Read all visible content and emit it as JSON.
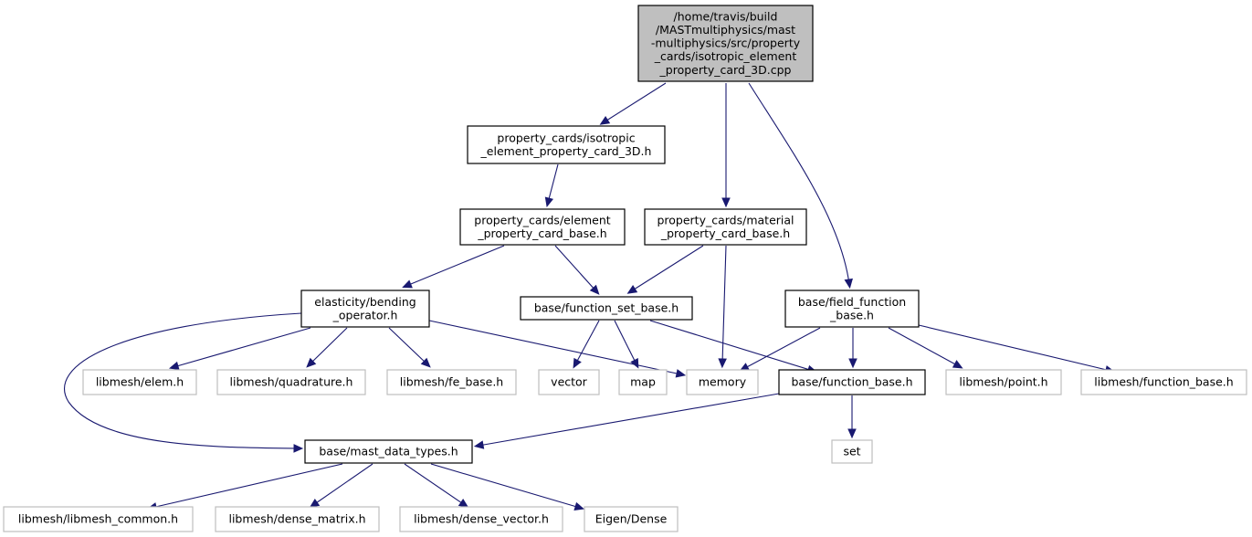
{
  "graph": {
    "nodes": [
      {
        "id": "root",
        "kind": "root",
        "label": [
          "/home/travis/build",
          "/MASTmultiphysics/mast",
          "-multiphysics/src/property",
          "_cards/isotropic_element",
          "_property_card_3D.cpp"
        ]
      },
      {
        "id": "iso3d_h",
        "kind": "file",
        "label": [
          "property_cards/isotropic",
          "_element_property_card_3D.h"
        ]
      },
      {
        "id": "elem_prop_base",
        "kind": "file",
        "label": [
          "property_cards/element",
          "_property_card_base.h"
        ]
      },
      {
        "id": "mat_prop_base",
        "kind": "file",
        "label": [
          "property_cards/material",
          "_property_card_base.h"
        ]
      },
      {
        "id": "field_func_base",
        "kind": "file",
        "label": [
          "base/field_function",
          "_base.h"
        ]
      },
      {
        "id": "bending_op",
        "kind": "file",
        "label": [
          "elasticity/bending",
          "_operator.h"
        ]
      },
      {
        "id": "func_set_base",
        "kind": "file",
        "label": [
          "base/function_set_base.h"
        ]
      },
      {
        "id": "lm_elem",
        "kind": "external",
        "label": [
          "libmesh/elem.h"
        ]
      },
      {
        "id": "lm_quad",
        "kind": "external",
        "label": [
          "libmesh/quadrature.h"
        ]
      },
      {
        "id": "lm_fe_base",
        "kind": "external",
        "label": [
          "libmesh/fe_base.h"
        ]
      },
      {
        "id": "vector",
        "kind": "external",
        "label": [
          "vector"
        ]
      },
      {
        "id": "map",
        "kind": "external",
        "label": [
          "map"
        ]
      },
      {
        "id": "memory",
        "kind": "external",
        "label": [
          "memory"
        ]
      },
      {
        "id": "func_base",
        "kind": "file",
        "label": [
          "base/function_base.h"
        ]
      },
      {
        "id": "lm_point",
        "kind": "external",
        "label": [
          "libmesh/point.h"
        ]
      },
      {
        "id": "lm_func_base",
        "kind": "external",
        "label": [
          "libmesh/function_base.h"
        ]
      },
      {
        "id": "set",
        "kind": "external",
        "label": [
          "set"
        ]
      },
      {
        "id": "mast_types",
        "kind": "file",
        "label": [
          "base/mast_data_types.h"
        ]
      },
      {
        "id": "lm_common",
        "kind": "external",
        "label": [
          "libmesh/libmesh_common.h"
        ]
      },
      {
        "id": "lm_dense_matrix",
        "kind": "external",
        "label": [
          "libmesh/dense_matrix.h"
        ]
      },
      {
        "id": "lm_dense_vector",
        "kind": "external",
        "label": [
          "libmesh/dense_vector.h"
        ]
      },
      {
        "id": "eigen_dense",
        "kind": "external",
        "label": [
          "Eigen/Dense"
        ]
      }
    ],
    "edges": [
      [
        "root",
        "iso3d_h"
      ],
      [
        "root",
        "mat_prop_base"
      ],
      [
        "root",
        "field_func_base"
      ],
      [
        "iso3d_h",
        "elem_prop_base"
      ],
      [
        "elem_prop_base",
        "bending_op"
      ],
      [
        "elem_prop_base",
        "func_set_base"
      ],
      [
        "mat_prop_base",
        "func_set_base"
      ],
      [
        "mat_prop_base",
        "memory"
      ],
      [
        "field_func_base",
        "memory"
      ],
      [
        "field_func_base",
        "func_base"
      ],
      [
        "field_func_base",
        "lm_point"
      ],
      [
        "field_func_base",
        "lm_func_base"
      ],
      [
        "bending_op",
        "lm_elem"
      ],
      [
        "bending_op",
        "lm_quad"
      ],
      [
        "bending_op",
        "lm_fe_base"
      ],
      [
        "bending_op",
        "memory"
      ],
      [
        "bending_op",
        "mast_types"
      ],
      [
        "func_set_base",
        "vector"
      ],
      [
        "func_set_base",
        "map"
      ],
      [
        "func_set_base",
        "func_base"
      ],
      [
        "func_base",
        "mast_types"
      ],
      [
        "func_base",
        "set"
      ],
      [
        "mast_types",
        "lm_common"
      ],
      [
        "mast_types",
        "lm_dense_matrix"
      ],
      [
        "mast_types",
        "lm_dense_vector"
      ],
      [
        "mast_types",
        "eigen_dense"
      ]
    ]
  },
  "colors": {
    "edge": "#191970",
    "root_fill": "#bfbfbf",
    "file_border": "#000000",
    "external_border": "#bfbfbf",
    "background": "#ffffff"
  }
}
